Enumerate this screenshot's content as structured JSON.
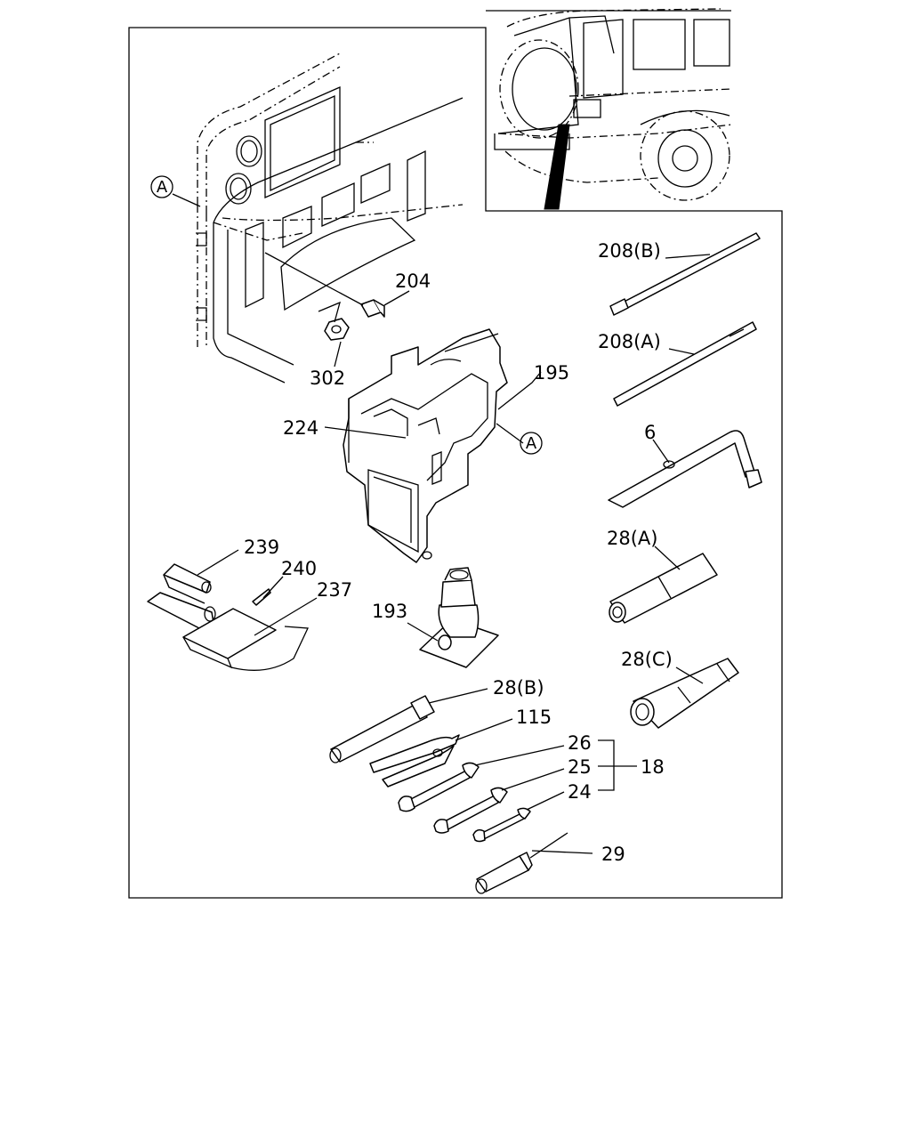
{
  "labels": {
    "l204": "204",
    "l302": "302",
    "l195": "195",
    "l224": "224",
    "l208b": "208(B)",
    "l208a": "208(A)",
    "l6": "6",
    "l28a": "28(A)",
    "l28c": "28(C)",
    "l28b": "28(B)",
    "l239": "239",
    "l240": "240",
    "l237": "237",
    "l193": "193",
    "l115": "115",
    "l26": "26",
    "l25": "25",
    "l24": "24",
    "l18": "18",
    "l29": "29",
    "refA1": "A",
    "refA2": "A"
  }
}
